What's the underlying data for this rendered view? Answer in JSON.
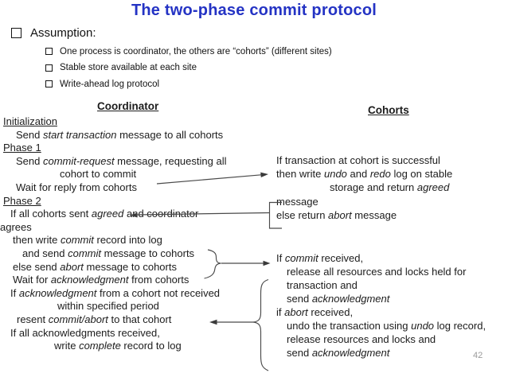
{
  "title": "The two-phase commit protocol",
  "page_number": "42",
  "colors": {
    "title_blue": "#2433c4",
    "body_text": "#1c1c1c",
    "page_number_gray": "#9a9a9a",
    "connector_gray": "#4a4a4a"
  },
  "assumption": {
    "label": "Assumption:",
    "items": [
      "One process is coordinator, the others are “cohorts” (different sites)",
      "Stable store available at each site",
      "Write-ahead log protocol"
    ]
  },
  "coordinator": {
    "heading": "Coordinator",
    "lines": [
      {
        "u": 1,
        "x": 4,
        "text": [
          {
            "t": "Initialization"
          }
        ]
      },
      {
        "x": 20,
        "text": [
          {
            "t": "Send "
          },
          {
            "t": "start transaction",
            "i": 1
          },
          {
            "t": " message to all cohorts"
          }
        ]
      },
      {
        "u": 1,
        "x": 4,
        "text": [
          {
            "t": "Phase 1"
          }
        ]
      },
      {
        "x": 20,
        "text": [
          {
            "t": "Send "
          },
          {
            "t": "commit-request",
            "i": 1
          },
          {
            "t": " message, requesting all"
          }
        ]
      },
      {
        "x": 75,
        "text": [
          {
            "t": "cohort to commit"
          }
        ]
      },
      {
        "x": 20,
        "text": [
          {
            "t": "Wait for reply from cohorts"
          }
        ]
      },
      {
        "u": 1,
        "x": 4,
        "text": [
          {
            "t": "Phase 2"
          }
        ]
      },
      {
        "x": 13,
        "text": [
          {
            "t": "If all cohorts sent "
          },
          {
            "t": "agreed",
            "i": 1
          },
          {
            "t": " and coordinator"
          }
        ]
      },
      {
        "x": 0,
        "text": [
          {
            "t": "agrees"
          }
        ]
      },
      {
        "x": 16,
        "text": [
          {
            "t": "then write "
          },
          {
            "t": "commit",
            "i": 1
          },
          {
            "t": " record into log"
          }
        ]
      },
      {
        "x": 28,
        "text": [
          {
            "t": "and send "
          },
          {
            "t": "commit",
            "i": 1
          },
          {
            "t": " message to cohorts"
          }
        ]
      },
      {
        "x": 16,
        "text": [
          {
            "t": "else send "
          },
          {
            "t": "abort",
            "i": 1
          },
          {
            "t": " message to cohorts"
          }
        ]
      },
      {
        "x": 16,
        "text": [
          {
            "t": "Wait for "
          },
          {
            "t": "acknowledgment",
            "i": 1
          },
          {
            "t": " from cohorts"
          }
        ]
      },
      {
        "x": 13,
        "text": [
          {
            "t": "If "
          },
          {
            "t": "acknowledgment",
            "i": 1
          },
          {
            "t": " from a cohort not received"
          }
        ]
      },
      {
        "x": 72,
        "text": [
          {
            "t": "within specified period"
          }
        ]
      },
      {
        "x": 21,
        "text": [
          {
            "t": "resent "
          },
          {
            "t": "commit/abort",
            "i": 1
          },
          {
            "t": " to that cohort"
          }
        ]
      },
      {
        "x": 13,
        "text": [
          {
            "t": "If all acknowledgments received,"
          }
        ]
      },
      {
        "x": 68,
        "text": [
          {
            "t": "write "
          },
          {
            "t": "complete",
            "i": 1
          },
          {
            "t": " record to log"
          }
        ]
      }
    ]
  },
  "cohorts": {
    "heading": "Cohorts",
    "block1": [
      {
        "x": 0,
        "text": [
          {
            "t": "If transaction at cohort is successful"
          }
        ]
      },
      {
        "x": 0,
        "text": [
          {
            "t": "then write "
          },
          {
            "t": "undo",
            "i": 1
          },
          {
            "t": " and "
          },
          {
            "t": "redo",
            "i": 1
          },
          {
            "t": " log on stable"
          }
        ]
      },
      {
        "x": 67,
        "text": [
          {
            "t": "storage and return "
          },
          {
            "t": "agreed",
            "i": 1
          }
        ]
      },
      {
        "x": 0,
        "text": [
          {
            "t": "message"
          }
        ]
      },
      {
        "x": 0,
        "text": [
          {
            "t": "else return "
          },
          {
            "t": "abort",
            "i": 1
          },
          {
            "t": " message"
          }
        ]
      }
    ],
    "block2": [
      {
        "x": 0,
        "text": [
          {
            "t": "If "
          },
          {
            "t": "commit",
            "i": 1
          },
          {
            "t": " received,"
          }
        ]
      },
      {
        "x": 13,
        "text": [
          {
            "t": "release all resources and locks held for"
          }
        ]
      },
      {
        "x": 13,
        "text": [
          {
            "t": "transaction and"
          }
        ]
      },
      {
        "x": 13,
        "text": [
          {
            "t": "send "
          },
          {
            "t": "acknowledgment",
            "i": 1
          }
        ]
      },
      {
        "x": 0,
        "text": [
          {
            "t": "if "
          },
          {
            "t": "abort",
            "i": 1
          },
          {
            "t": " received,"
          }
        ]
      },
      {
        "x": 13,
        "text": [
          {
            "t": "undo the transaction using "
          },
          {
            "t": "undo",
            "i": 1
          },
          {
            "t": " log record,"
          }
        ]
      },
      {
        "x": 13,
        "text": [
          {
            "t": "release resources and locks and"
          }
        ]
      },
      {
        "x": 13,
        "text": [
          {
            "t": "send "
          },
          {
            "t": "acknowledgment",
            "i": 1
          }
        ]
      }
    ]
  }
}
